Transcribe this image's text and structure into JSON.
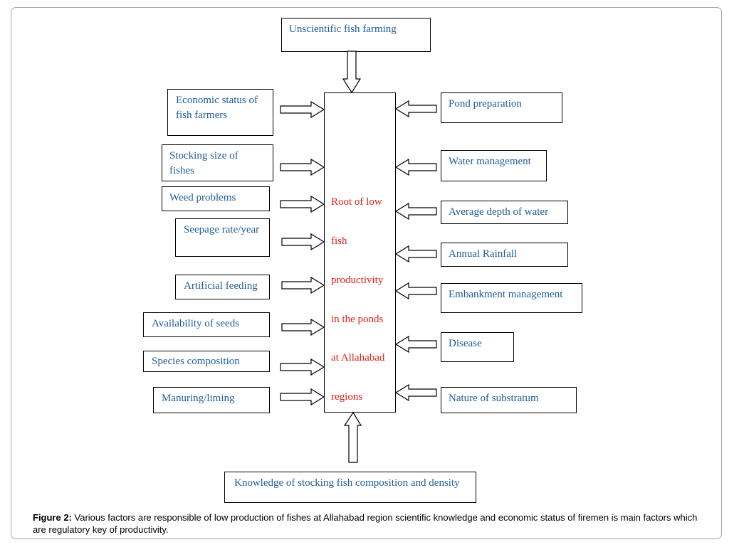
{
  "top_factor": "Unscientific fish farming",
  "bottom_factor": "Knowledge of stocking fish composition and density",
  "center_lines": [
    "Root of low",
    "fish",
    "productivity",
    "in the ponds",
    "at Allahabad",
    "regions"
  ],
  "left_factors": [
    "Economic status of fish farmers",
    "Stocking size of fishes",
    "Weed problems",
    "Seepage rate/year",
    "Artificial feeding",
    "Availability of seeds",
    "Species composition",
    "Manuring/liming"
  ],
  "right_factors": [
    "Pond preparation",
    "Water management",
    "Average depth of water",
    "Annual Rainfall",
    "Embankment management",
    "Disease",
    "Nature of substratum"
  ],
  "caption": {
    "label": "Figure 2:",
    "text": " Various factors are responsible of low production of fishes at Allahabad region scientific knowledge and economic status of firemen is main factors which are regulatory key of productivity."
  },
  "colors": {
    "factor_text": "#1f5c99",
    "center_text": "#e0201b"
  }
}
